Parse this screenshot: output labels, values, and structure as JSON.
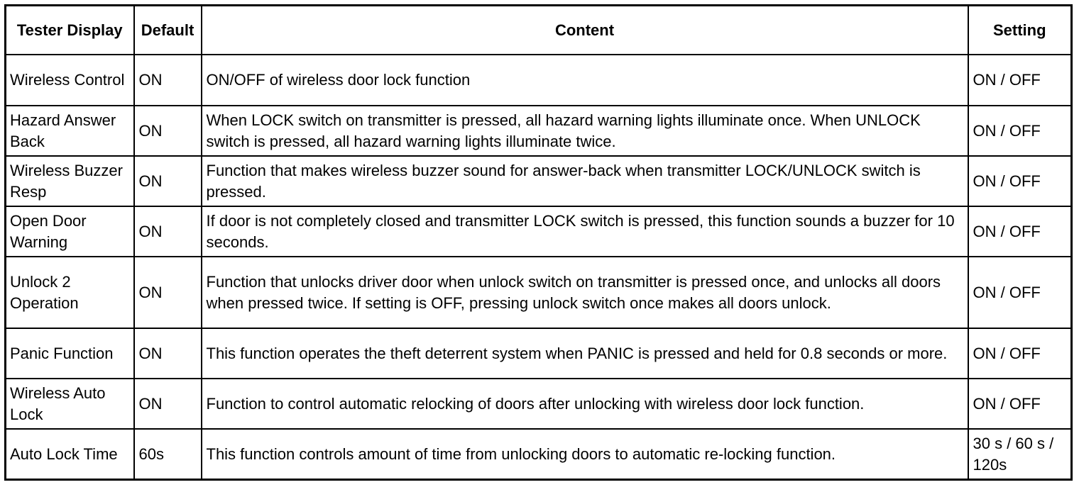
{
  "table": {
    "headers": {
      "display": "Tester Display",
      "default": "Default",
      "content": "Content",
      "setting": "Setting"
    },
    "rows": [
      {
        "display": "Wireless Control",
        "default": "ON",
        "content": "ON/OFF of wireless door lock function",
        "setting": "ON / OFF"
      },
      {
        "display": "Hazard Answer Back",
        "default": "ON",
        "content": "When LOCK switch on transmitter is pressed, all hazard warning lights illuminate once. When UNLOCK switch is pressed, all hazard warning lights illuminate twice.",
        "setting": "ON / OFF"
      },
      {
        "display": "Wireless Buzzer Resp",
        "default": "ON",
        "content": "Function that makes wireless buzzer sound for answer-back when transmitter LOCK/UNLOCK switch is pressed.",
        "setting": "ON / OFF"
      },
      {
        "display": "Open Door Warning",
        "default": "ON",
        "content": "If door is not completely closed and transmitter LOCK switch is pressed, this function sounds a buzzer for 10 seconds.",
        "setting": "ON / OFF"
      },
      {
        "display": "Unlock 2 Operation",
        "default": "ON",
        "content": "Function that unlocks driver door when unlock switch on transmitter is pressed once, and unlocks all doors when pressed twice. If setting is OFF, pressing unlock switch once makes all doors unlock.",
        "setting": "ON / OFF"
      },
      {
        "display": "Panic Function",
        "default": "ON",
        "content": "This function operates the theft deterrent system when PANIC is pressed and held for 0.8 seconds or more.",
        "setting": "ON / OFF"
      },
      {
        "display": "Wireless Auto Lock",
        "default": "ON",
        "content": "Function to control automatic relocking of doors after unlocking with wireless door lock function.",
        "setting": "ON / OFF"
      },
      {
        "display": "Auto Lock Time",
        "default": "60s",
        "content": "This function controls amount of time from unlocking doors to automatic re-locking function.",
        "setting": "30 s / 60 s / 120s"
      }
    ]
  }
}
